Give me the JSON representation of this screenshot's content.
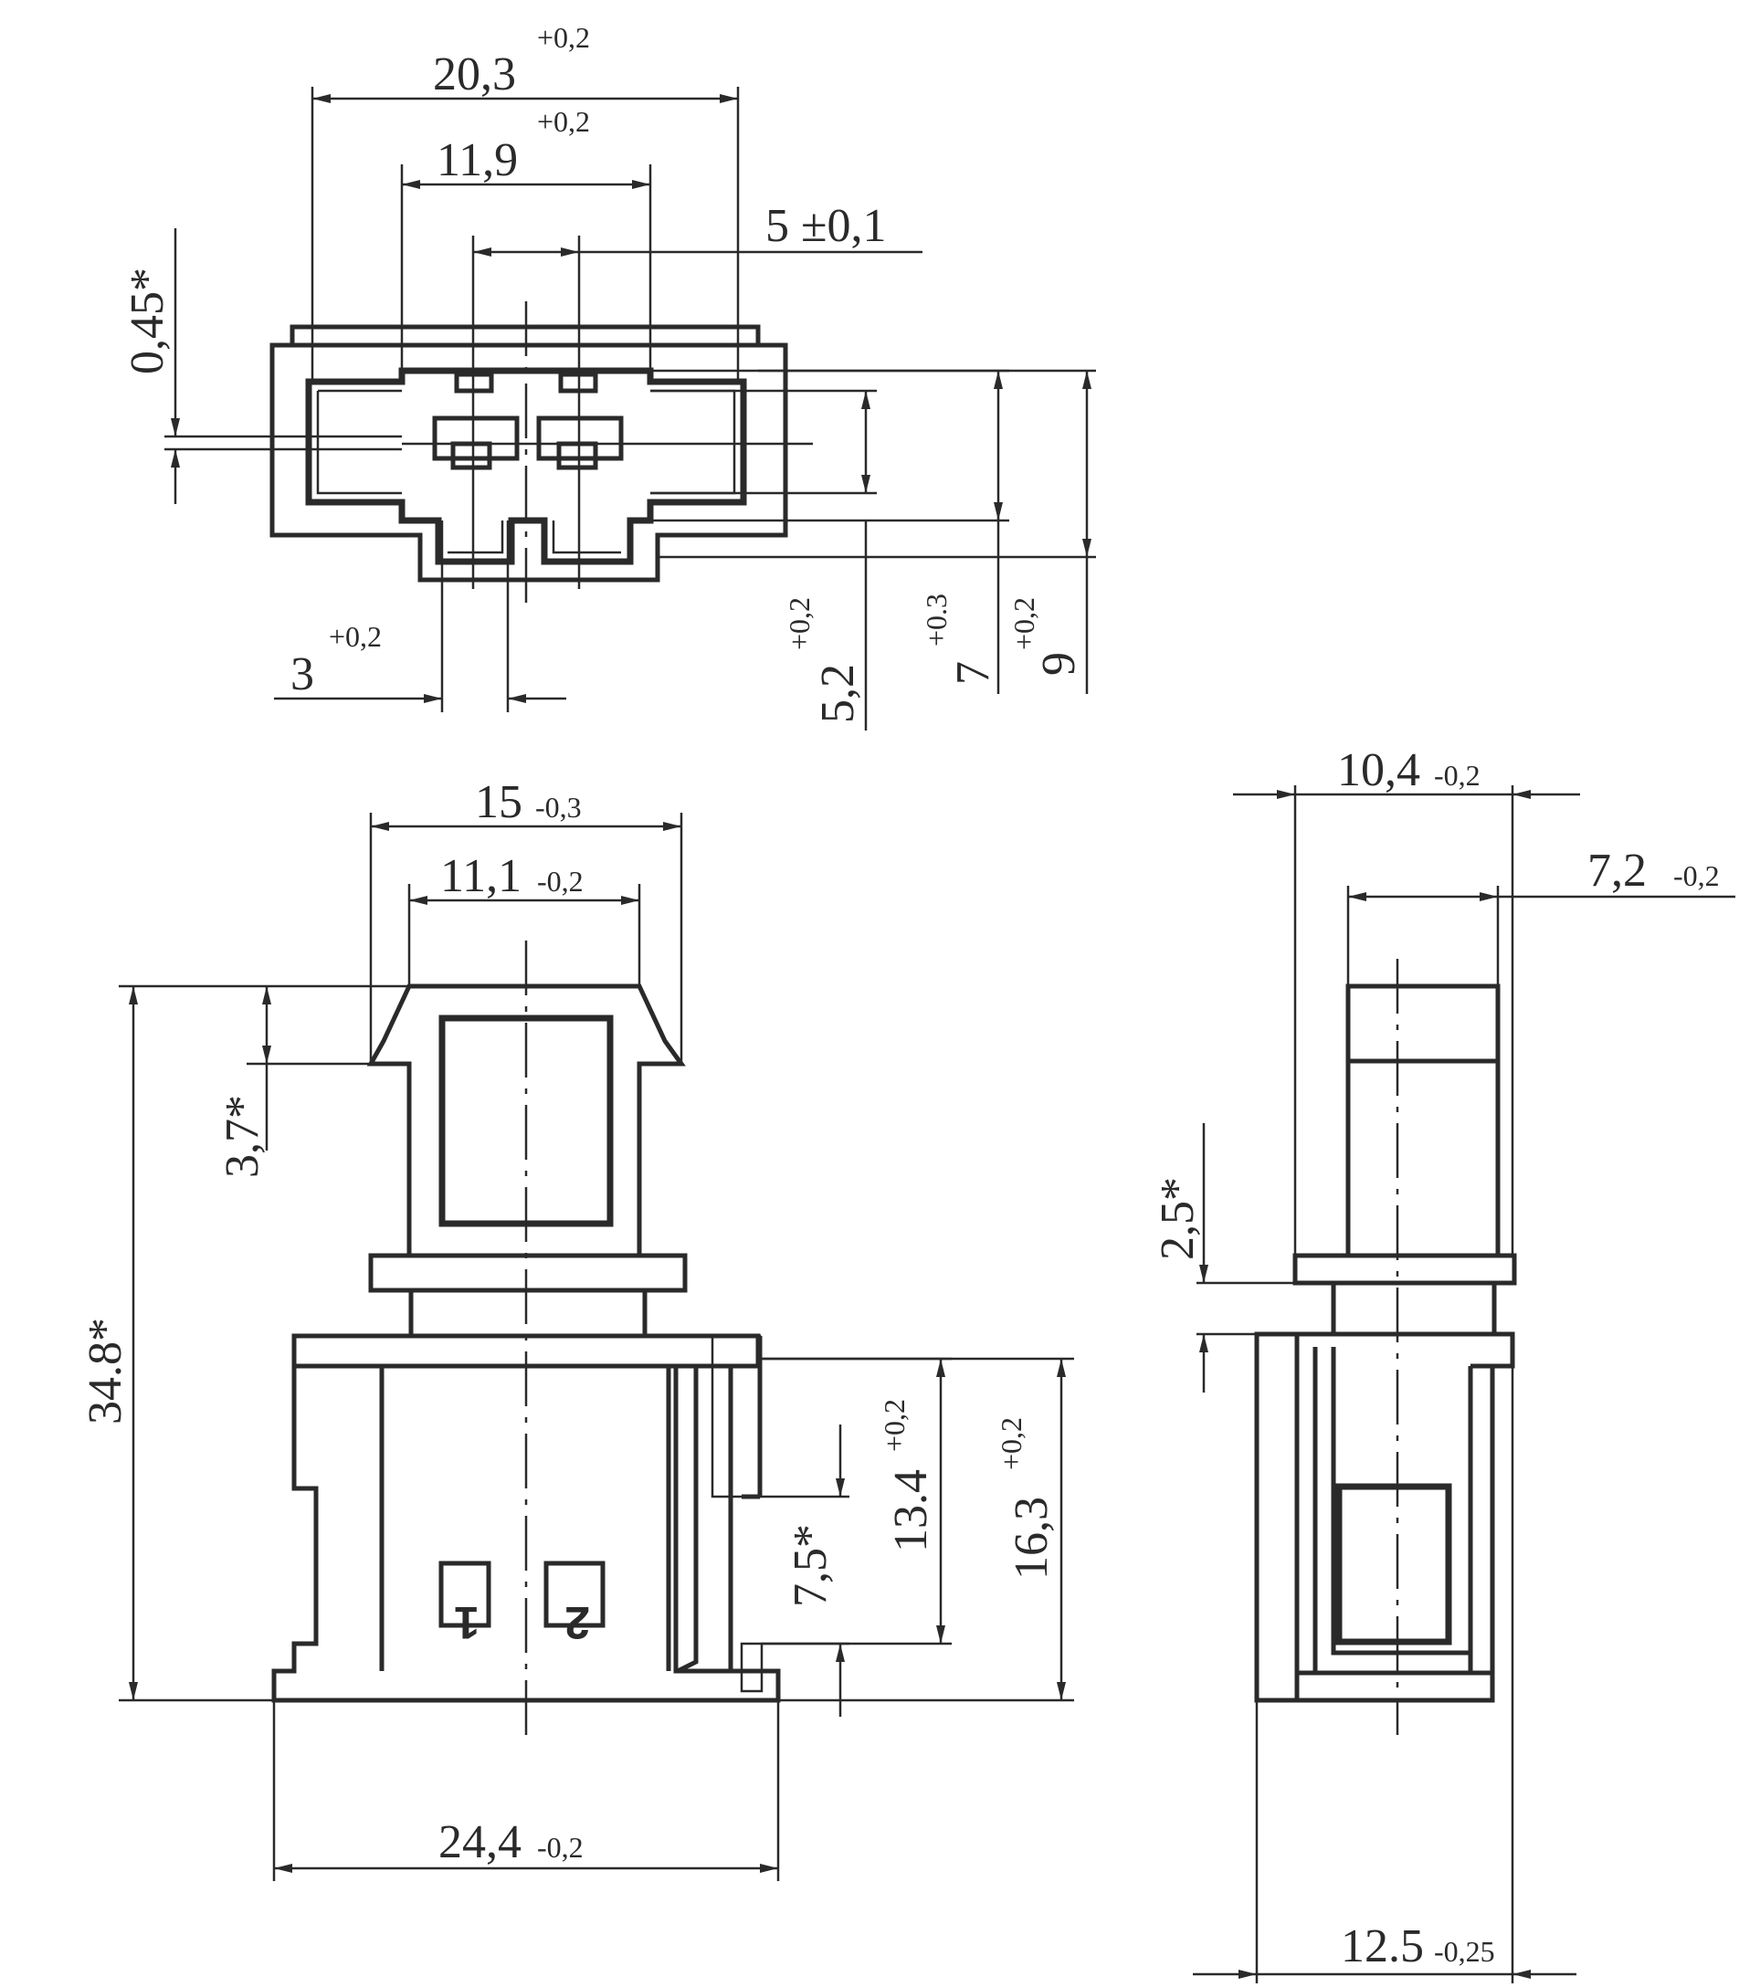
{
  "top_view": {
    "dim_width_outer": "20,3",
    "dim_width_outer_tol": "+0,2",
    "dim_width_inner": "11,9",
    "dim_width_inner_tol": "+0,2",
    "dim_pitch": "5 ±0,1",
    "dim_pin_thickness": "0,45*",
    "dim_slot": "3",
    "dim_slot_tol": "+0,2",
    "dim_h1": "5,2",
    "dim_h1_tol": "+0,2",
    "dim_h2": "7",
    "dim_h2_tol": "+0.3",
    "dim_h3": "9",
    "dim_h3_tol": "+0,2"
  },
  "front_view": {
    "dim_top_width": "15",
    "dim_top_width_tol": "-0,3",
    "dim_window_width": "11,1",
    "dim_window_width_tol": "-0,2",
    "dim_total_height": "34.8*",
    "dim_latch": "3,7*",
    "dim_body_h1": "7,5*",
    "dim_body_h2": "13.4",
    "dim_body_h2_tol": "+0,2",
    "dim_body_h3": "16,3",
    "dim_body_h3_tol": "+0,2",
    "dim_base_width": "24,4",
    "dim_base_width_tol": "-0,2",
    "pin_label_1": "1",
    "pin_label_2": "2"
  },
  "side_view": {
    "dim_flange_width": "10,4",
    "dim_flange_width_tol": "-0,2",
    "dim_top_width": "7,2",
    "dim_top_width_tol": "-0,2",
    "dim_gap": "2,5*",
    "dim_base_width": "12.5",
    "dim_base_width_tol": "-0,25"
  }
}
